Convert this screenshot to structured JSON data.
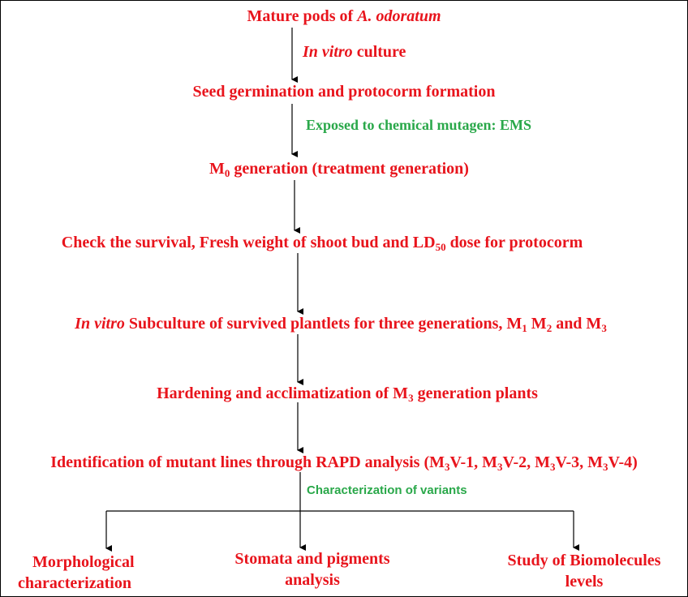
{
  "species": "A. odoratum",
  "steps": {
    "s1": {
      "pre": "Mature pods of ",
      "em": "A. odoratum"
    },
    "s2": "Seed germination and protocorm formation",
    "s3": {
      "m": "M",
      "sub": "0",
      "rest": " generation (treatment generation)"
    },
    "s4": {
      "a": "Check the survival, Fresh weight of shoot bud and LD",
      "sub": "50",
      "b": " dose for protocorm"
    },
    "s5": {
      "em": "In vitro",
      "a": " Subculture of survived plantlets for three generations, M",
      "s1": "1",
      "b": " M",
      "s2": "2",
      "c": " and M",
      "s3": "3"
    },
    "s6": {
      "a": "Hardening and acclimatization of M",
      "sub": "3",
      "b": " generation plants"
    },
    "s7": {
      "a": "Identification of mutant lines through RAPD analysis (M",
      "v1": "3",
      "b": "V-1, M",
      "v2": "3",
      "c": "V-2, M",
      "v3": "3",
      "d": "V-3, M",
      "v4": "3",
      "e": "V-4)"
    }
  },
  "notes": {
    "in_vitro": {
      "em": "In vitro",
      "rest": " culture"
    },
    "mutagen": "Exposed to chemical mutagen: EMS",
    "characterization": "Characterization of variants"
  },
  "leaves": {
    "morph": {
      "l1": "Morphological",
      "l2": "characterization"
    },
    "stomata": {
      "l1": "Stomata and pigments",
      "l2": "analysis"
    },
    "biomolecules": {
      "l1": "Study of Biomolecules",
      "l2": "levels"
    }
  },
  "colors": {
    "red": "#e8141c",
    "green": "#2aa84a",
    "line": "#000000"
  }
}
